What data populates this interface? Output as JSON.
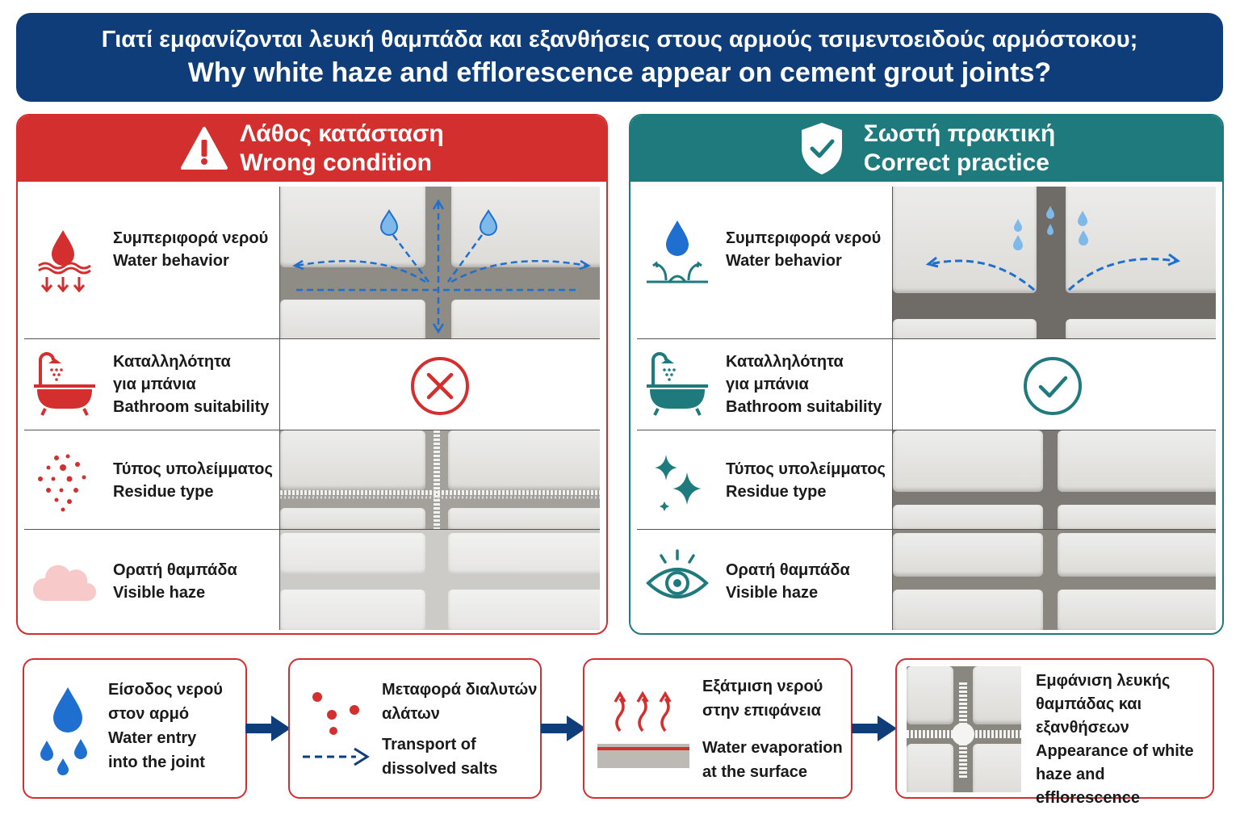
{
  "title": {
    "greek": "Γιατί εμφανίζονται λευκή θαμπάδα και εξανθήσεις στους αρμούς τσιμεντοειδούς αρμόστοκου;",
    "english": "Why white haze and efflorescence appear on cement grout joints?"
  },
  "wrong_panel": {
    "title_gr": "Λάθος κατάσταση",
    "title_en": "Wrong condition",
    "rows": [
      {
        "label_gr": "Συμπεριφορά νερού",
        "label_en": "Water behavior",
        "icon": "water-drop-absorbing-icon"
      },
      {
        "label_gr": "Καταλληλότητα",
        "label_gr2": "για μπάνια",
        "label_en": "Bathroom suitability",
        "icon": "bathtub-icon",
        "verdict": "cross-icon"
      },
      {
        "label_gr": "Τύπος υπολείμματος",
        "label_en": "Residue type",
        "icon": "scattered-dots-icon"
      },
      {
        "label_gr": "Ορατή θαμπάδα",
        "label_en": "Visible haze",
        "icon": "cloud-icon"
      }
    ]
  },
  "correct_panel": {
    "title_gr": "Σωστή πρακτική",
    "title_en": "Correct practice",
    "rows": [
      {
        "label_gr": "Συμπεριφορά νερού",
        "label_en": "Water behavior",
        "icon": "water-drop-repelling-icon"
      },
      {
        "label_gr": "Καταλληλότητα",
        "label_gr2": "για μπάνια",
        "label_en": "Bathroom suitability",
        "icon": "bathtub-icon",
        "verdict": "check-icon"
      },
      {
        "label_gr": "Τύπος υπολείμματος",
        "label_en": "Residue type",
        "icon": "sparkle-icon"
      },
      {
        "label_gr": "Ορατή θαμπάδα",
        "label_en": "Visible haze",
        "icon": "eye-icon"
      }
    ]
  },
  "process": [
    {
      "gr1": "Είσοδος νερού",
      "gr2": "στον αρμό",
      "en1": "Water entry",
      "en2": "into the joint",
      "icon": "water-drops-icon"
    },
    {
      "gr1": "Μεταφορά διαλυτών",
      "gr2": "αλάτων",
      "en1": "Transport of",
      "en2": "dissolved salts",
      "icon": "salt-transport-icon"
    },
    {
      "gr1": "Εξάτμιση νερού",
      "gr2": "στην επιφάνεια",
      "en1": "Water evaporation",
      "en2": "at the surface",
      "icon": "evaporation-icon"
    },
    {
      "gr1": "Εμφάνιση λευκής",
      "gr2": "θαμπάδας και",
      "gr3": "εξανθήσεων",
      "en1": "Appearance of white",
      "en2": "haze and efflorescence",
      "icon": "efflorescence-tile-icon"
    }
  ],
  "colors": {
    "navy": "#0e3d7a",
    "red": "#d32f2f",
    "teal": "#1f7a7d",
    "blue": "#1e6fd0"
  }
}
